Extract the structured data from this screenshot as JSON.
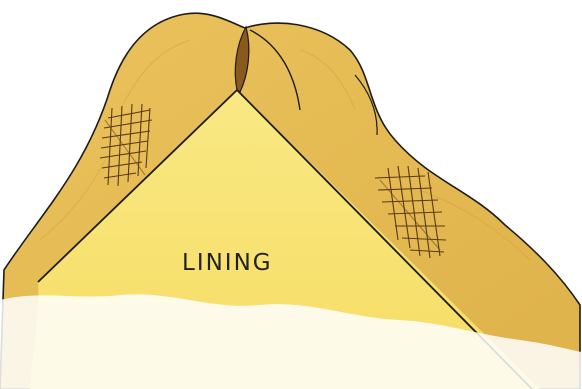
{
  "label": {
    "text": "LINING"
  },
  "colors": {
    "outer_fabric": "#E7BE55",
    "outer_fabric_shade": "#D7A43A",
    "lining": "#F7E170",
    "lining_highlight": "#FBEE9A",
    "outline": "#1c1c1c",
    "hatch": "#5a3a14",
    "background": "#ffffff"
  },
  "elements": {
    "outer_fabric": "outer-fabric-shape",
    "lining_panel": "lining-triangle",
    "fold_crease": "center-fold",
    "hatch_left": "crosshatch-texture-left",
    "hatch_right": "crosshatch-texture-right"
  }
}
